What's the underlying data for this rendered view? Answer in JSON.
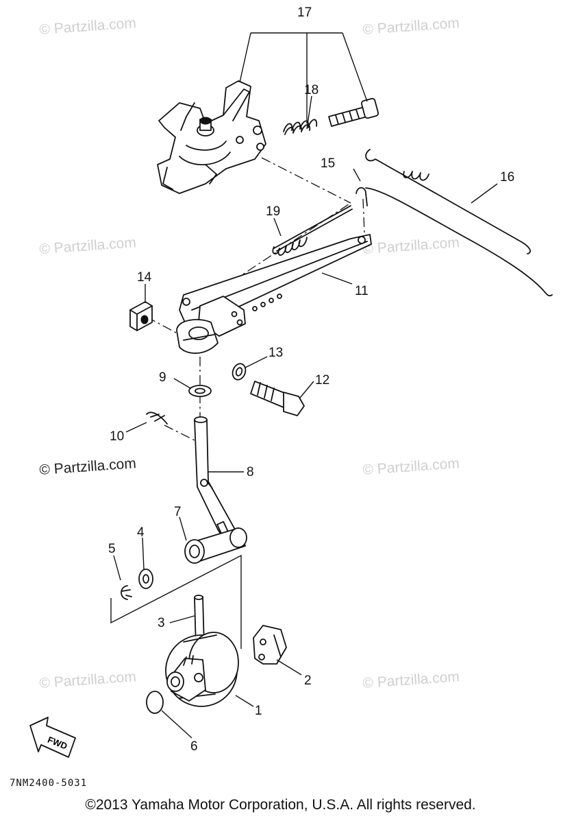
{
  "callouts": [
    "17",
    "18",
    "15",
    "16",
    "19",
    "11",
    "14",
    "13",
    "12",
    "9",
    "10",
    "8",
    "7",
    "4",
    "5",
    "3",
    "2",
    "1",
    "6"
  ],
  "watermark": "© Partzilla.com",
  "fwd_label": "FWD",
  "diagram_code": "7NM2400-5031",
  "copyright": "©2013 Yamaha Motor Corporation, U.S.A. All rights reserved."
}
